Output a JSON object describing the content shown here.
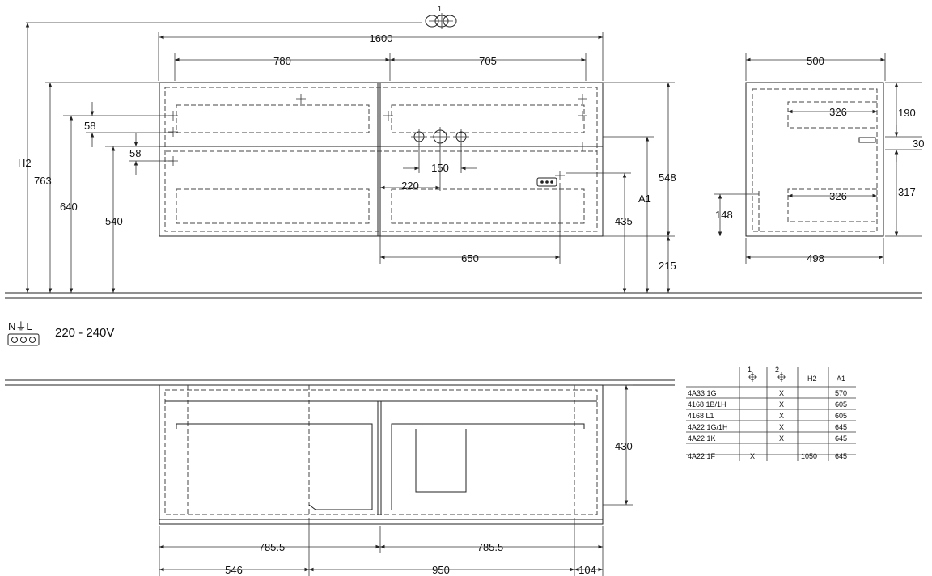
{
  "top_view": {
    "marker_top": "1",
    "overall_width": "1600",
    "left_drawer_width": "780",
    "right_drawer_width": "705",
    "h2": "H2",
    "h763": "763",
    "h640": "640",
    "h540": "540",
    "gap58a": "58",
    "gap58b": "58",
    "d150": "150",
    "d220": "220",
    "d650": "650",
    "d435": "435",
    "a1": "A1",
    "d548": "548",
    "d215": "215"
  },
  "side_view": {
    "width_top": "500",
    "d326a": "326",
    "d326b": "326",
    "d190": "190",
    "d30": "30",
    "d317": "317",
    "d148": "148",
    "width_bottom": "498"
  },
  "electrical": {
    "symbol": "N⏚L",
    "voltage": "220 - 240V"
  },
  "bottom_view": {
    "d430": "430",
    "d785a": "785.5",
    "d785b": "785.5",
    "d546": "546",
    "d950": "950",
    "d104": "104"
  },
  "table": {
    "headers": [
      "",
      "1",
      "2",
      "H2",
      "A1"
    ],
    "rows": [
      [
        "4A33 1G",
        "",
        "X",
        "",
        "570"
      ],
      [
        "4168 1B/1H",
        "",
        "X",
        "",
        "605"
      ],
      [
        "4168 L1",
        "",
        "X",
        "",
        "605"
      ],
      [
        "4A22 1G/1H",
        "",
        "X",
        "",
        "645"
      ],
      [
        "4A22 1K",
        "",
        "X",
        "",
        "645"
      ],
      [
        "4A22 1F",
        "X",
        "",
        "1050",
        "645"
      ]
    ]
  }
}
